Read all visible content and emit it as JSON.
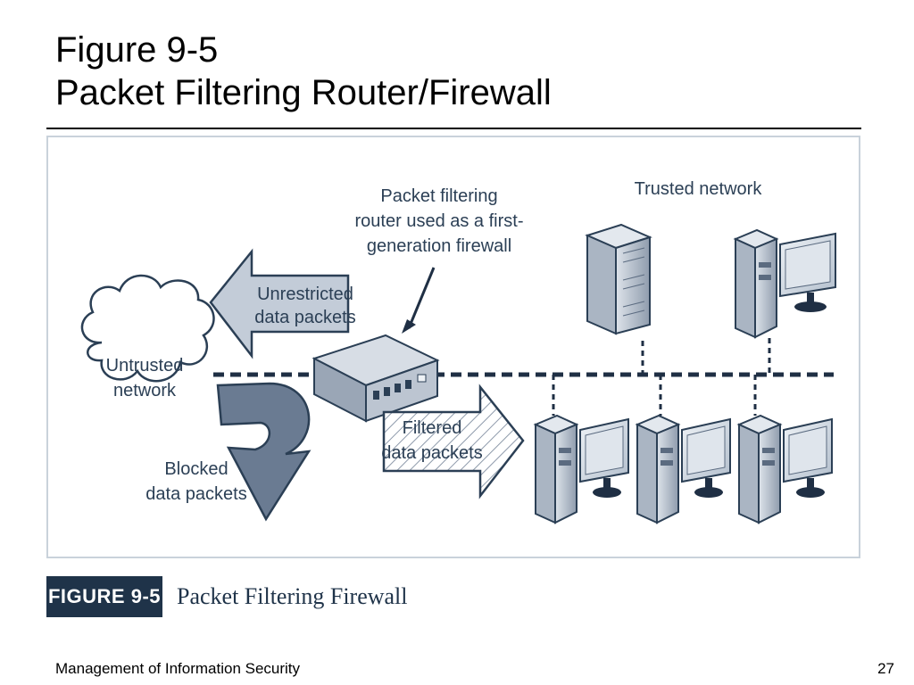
{
  "slide": {
    "title_line1": "Figure 9-5",
    "title_line2": "Packet Filtering Router/Firewall"
  },
  "diagram": {
    "router_label": [
      "Packet filtering",
      "router used as a first-",
      "generation firewall"
    ],
    "trusted_label": "Trusted network",
    "untrusted_label": [
      "Untrusted",
      "network"
    ],
    "unrestricted_label": [
      "Unrestricted",
      "data packets"
    ],
    "filtered_label": [
      "Filtered",
      "data packets"
    ],
    "blocked_label": [
      "Blocked",
      "data packets"
    ],
    "icons": [
      "cloud-icon",
      "router-icon",
      "server-icon",
      "workstation-icon"
    ],
    "colors": {
      "arrow_fill": "#6a7b92",
      "arrow_light": "#c3ccd8",
      "outline": "#2b3f55",
      "caption_bg": "#1f3349"
    }
  },
  "caption": {
    "number": "FIGURE 9-5",
    "text": "Packet Filtering Firewall"
  },
  "footer": {
    "course": "Management of Information Security",
    "page": "27"
  }
}
